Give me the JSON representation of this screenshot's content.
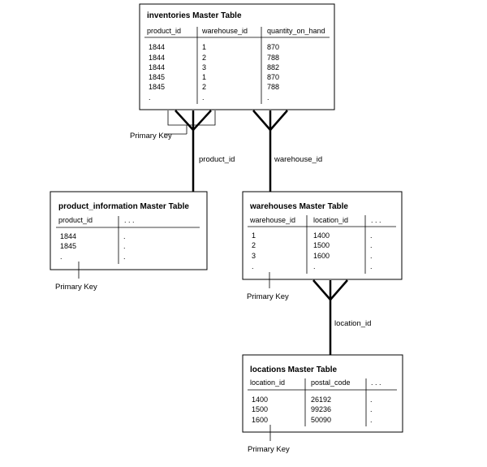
{
  "tables": {
    "inventories": {
      "title": "inventories Master Table",
      "columns": [
        "product_id",
        "warehouse_id",
        "quantity_on_hand"
      ],
      "rows": [
        [
          "1844",
          "1",
          "870"
        ],
        [
          "1844",
          "2",
          "788"
        ],
        [
          "1844",
          "3",
          "882"
        ],
        [
          "1845",
          "1",
          "870"
        ],
        [
          "1845",
          "2",
          "788"
        ],
        [
          ".",
          ".",
          "."
        ]
      ]
    },
    "product_information": {
      "title": "product_information Master Table",
      "columns": [
        "product_id",
        ". . ."
      ],
      "rows": [
        [
          "1844",
          "."
        ],
        [
          "1845",
          "."
        ],
        [
          ".",
          "."
        ]
      ]
    },
    "warehouses": {
      "title": "warehouses Master Table",
      "columns": [
        "warehouse_id",
        "location_id",
        ". . ."
      ],
      "rows": [
        [
          "1",
          "1400",
          "."
        ],
        [
          "2",
          "1500",
          "."
        ],
        [
          "3",
          "1600",
          "."
        ],
        [
          ".",
          ".",
          "."
        ]
      ]
    },
    "locations": {
      "title": "locations Master Table",
      "columns": [
        "location_id",
        "postal_code",
        ". . ."
      ],
      "rows": [
        [
          "1400",
          "26192",
          "."
        ],
        [
          "1500",
          "99236",
          "."
        ],
        [
          "1600",
          "50090",
          "."
        ]
      ]
    }
  },
  "relationships": {
    "product_id": "product_id",
    "warehouse_id": "warehouse_id",
    "location_id": "location_id"
  },
  "primary_key_label": "Primary Key"
}
